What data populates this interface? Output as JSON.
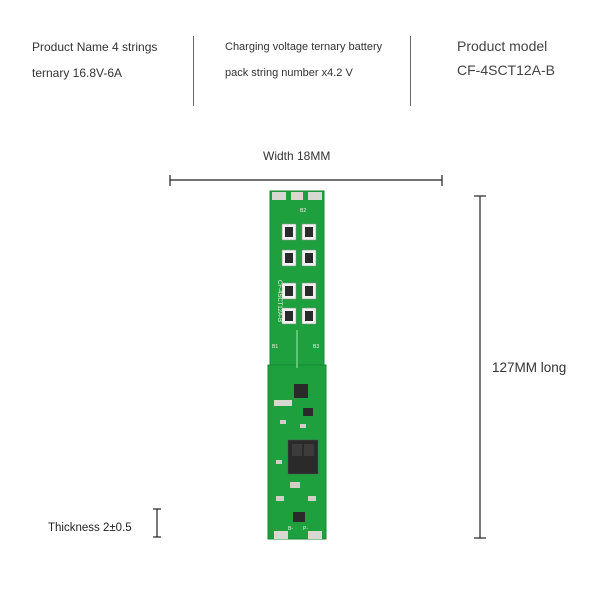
{
  "specs": {
    "product_name": {
      "line1": "Product Name 4 strings",
      "line2": "ternary 16.8V-6A"
    },
    "charging": {
      "line1": "Charging voltage ternary battery",
      "line2": "pack string number x4.2 V"
    },
    "model": {
      "line1": "Product model",
      "line2": "CF-4SCT12A-B"
    }
  },
  "dimensions": {
    "width_label": "Width 18MM",
    "length_label": "127MM long",
    "thickness_label": "Thickness 2±0.5"
  },
  "board": {
    "silkscreen_text": "CF-4SCT12A-B",
    "pad_labels": [
      "B2",
      "B1",
      "B3",
      "B-",
      "P-"
    ],
    "colors": {
      "pcb": "#1fa03f",
      "pcb_edge": "#178a33",
      "pad": "#d8d8d0",
      "chip": "#2a2a2a"
    }
  }
}
